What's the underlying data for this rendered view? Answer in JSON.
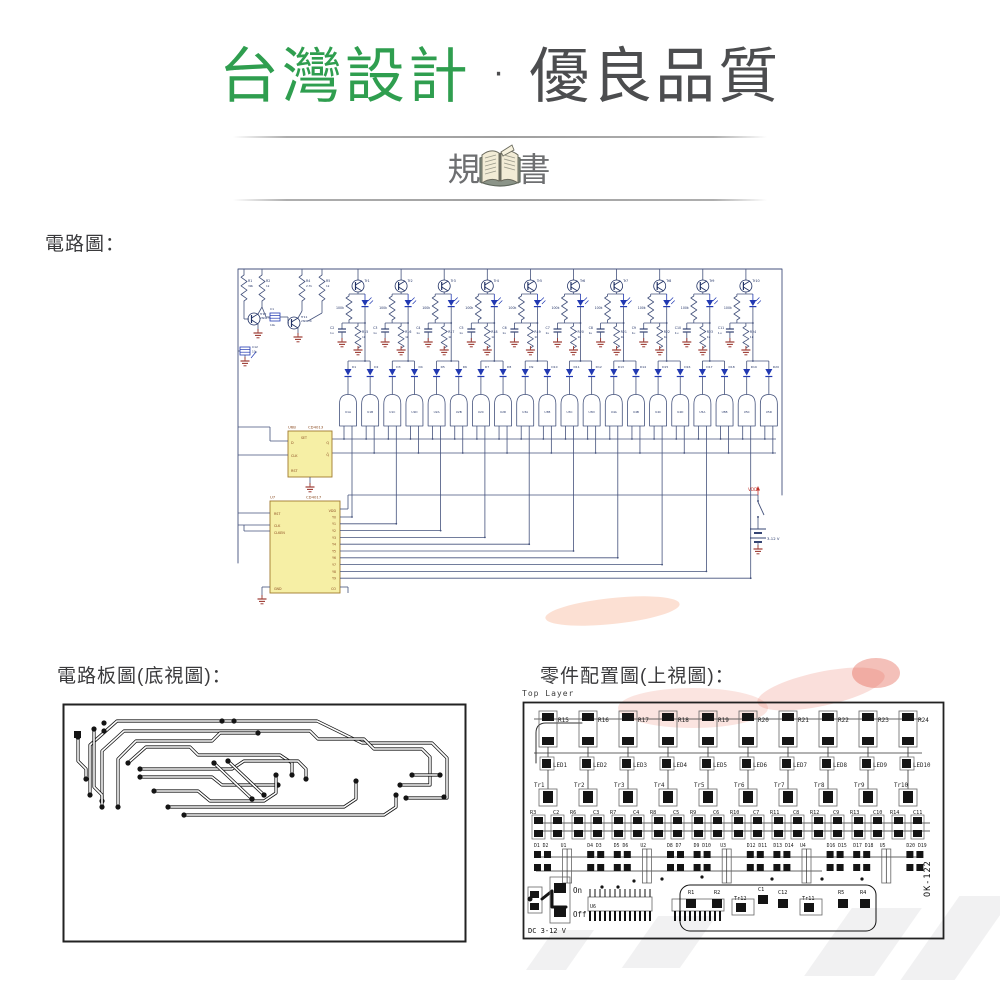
{
  "header": {
    "title_green": "台灣設計",
    "title_separator": "·",
    "title_gray": "優良品質",
    "spec_label": "規格書",
    "green_color": "#2f9e4f",
    "gray_color": "#4c4d4f"
  },
  "sections": {
    "schematic_label": "電路圖：",
    "pcb_bottom_label": "電路板圖(底視圖)：",
    "layout_top_label": "零件配置圖(上視圖)：",
    "top_layer_label": "Top Layer"
  },
  "colors": {
    "wire": "#44527c",
    "component": "#1f3064",
    "blue_part": "#2239b2",
    "ground_red": "#9c3a32",
    "power_red": "#c03028",
    "ic_fill": "#f6efa5",
    "ic_border": "#a07a2e",
    "pin_text": "#8a4a20",
    "pcb_black": "#141414"
  },
  "schematic": {
    "left_stage": {
      "r1": {
        "ref": "R1",
        "val": "39k"
      },
      "r2": {
        "ref": "R2",
        "val": "1k"
      },
      "r4": {
        "ref": "R4",
        "val": "2.7k"
      },
      "r5": {
        "ref": "R5",
        "val": "1k"
      },
      "c1": {
        "ref": "C1",
        "val": "10u"
      },
      "c12": {
        "ref": "C12",
        "val": "10u"
      },
      "tr12": {
        "ref": "Tr12",
        "part": "2SD674"
      },
      "tr11": {
        "ref": "Tr11",
        "part": "2SD674"
      }
    },
    "channels": [
      {
        "tr": "Tr1",
        "r_val": "100k",
        "cap": "C2",
        "cap_val": "1u",
        "res": "R15",
        "res_val": "1k"
      },
      {
        "tr": "Tr2",
        "r_val": "100k",
        "cap": "C3",
        "cap_val": "1u",
        "res": "R16",
        "res_val": "1k"
      },
      {
        "tr": "Tr3",
        "r_val": "100k",
        "cap": "C4",
        "cap_val": "1u",
        "res": "R17",
        "res_val": "1k"
      },
      {
        "tr": "Tr4",
        "r_val": "100k",
        "cap": "C5",
        "cap_val": "1u",
        "res": "R18",
        "res_val": "1k"
      },
      {
        "tr": "Tr5",
        "r_val": "100k",
        "cap": "C6",
        "cap_val": "1u",
        "res": "R19",
        "res_val": "1k"
      },
      {
        "tr": "Tr6",
        "r_val": "100k",
        "cap": "C7",
        "cap_val": "1u",
        "res": "R20",
        "res_val": "1k"
      },
      {
        "tr": "Tr7",
        "r_val": "100k",
        "cap": "C8",
        "cap_val": "1u",
        "res": "R21",
        "res_val": "1k"
      },
      {
        "tr": "Tr8",
        "r_val": "100k",
        "cap": "C9",
        "cap_val": "1u",
        "res": "R22",
        "res_val": "1k"
      },
      {
        "tr": "Tr9",
        "r_val": "100k",
        "cap": "C10",
        "cap_val": "1u",
        "res": "R23",
        "res_val": "1k"
      },
      {
        "tr": "Tr10",
        "r_val": "100k",
        "cap": "C11",
        "cap_val": "1u",
        "res": "R24",
        "res_val": "1k"
      }
    ],
    "diodes": [
      "D1",
      "D2",
      "D3",
      "D4",
      "D5",
      "D6",
      "D7",
      "D8",
      "D9",
      "D10",
      "D11",
      "D12",
      "D13",
      "D14",
      "D15",
      "D16",
      "D17",
      "D18",
      "D19",
      "D20"
    ],
    "gates": [
      "U1A",
      "U1B",
      "U1C",
      "U1D",
      "U2A",
      "U2B",
      "U2C",
      "U2D",
      "U3A",
      "U3B",
      "U3C",
      "U3D",
      "U4A",
      "U4B",
      "U4C",
      "U4D",
      "U5A",
      "U5B",
      "U5C",
      "U5D"
    ],
    "flipflop": {
      "ref": "U6B",
      "part": "CD4013",
      "pin_d": "D",
      "pin_set": "SET",
      "pin_clk": "CLK",
      "pin_rst": "RST",
      "pin_q": "Q",
      "pin_qb": "Q̄"
    },
    "counter": {
      "ref": "U7",
      "part": "CD4017",
      "pins_left": [
        "RST",
        "CLK",
        "CLKEN"
      ],
      "pin_gnd": "GND",
      "pin_vdd": "VDD",
      "outputs": [
        "Y0",
        "Y1",
        "Y2",
        "Y3",
        "Y4",
        "Y5",
        "Y6",
        "Y7",
        "Y8",
        "Y9"
      ],
      "pin_co": "CO"
    },
    "power": {
      "vdd": "VDD",
      "battery": "3-12 V"
    }
  },
  "pcb_layout": {
    "top_resistors": [
      "R15",
      "R16",
      "R17",
      "R18",
      "R19",
      "R20",
      "R21",
      "R22",
      "R23",
      "R24"
    ],
    "leds": [
      "LED1",
      "LED2",
      "LED3",
      "LED4",
      "LED5",
      "LED6",
      "LED7",
      "LED8",
      "LED9",
      "LED10"
    ],
    "transistors": [
      "Tr1",
      "Tr2",
      "Tr3",
      "Tr4",
      "Tr5",
      "Tr6",
      "Tr7",
      "Tr8",
      "Tr9",
      "Tr10"
    ],
    "rc_pairs": [
      [
        "R3",
        "C2"
      ],
      [
        "R6",
        "C3"
      ],
      [
        "R7",
        "C4"
      ],
      [
        "R8",
        "C5"
      ],
      [
        "R9",
        "C6"
      ],
      [
        "R10",
        "C7"
      ],
      [
        "R11",
        "C8"
      ],
      [
        "R12",
        "C9"
      ],
      [
        "R13",
        "C10"
      ],
      [
        "R14",
        "C11"
      ]
    ],
    "diode_row": [
      "D1 D2",
      "U1",
      "D4 D3",
      "D5 D6",
      "U2",
      "D8 D7",
      "D9 D10",
      "U3",
      "D12 D11",
      "D13 D14",
      "U4",
      "D16 D15",
      "D17 D18",
      "U5",
      "D20 D19"
    ],
    "switch_on": "On",
    "switch_off": "Off",
    "power_label": "DC 3-12 V",
    "ic_label": "U6",
    "bottom_right": [
      "R1",
      "R2",
      "Tr12",
      "C1",
      "C12",
      "Tr11",
      "R5",
      "R4"
    ],
    "board_code": "OK-122"
  }
}
